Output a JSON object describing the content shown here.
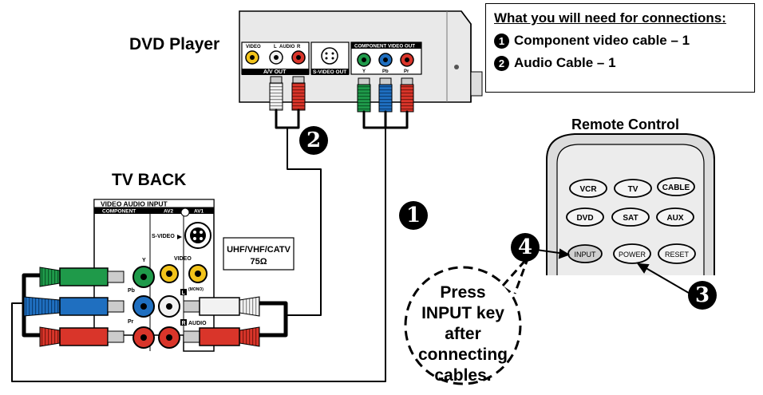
{
  "labels": {
    "dvd_player": "DVD Player",
    "tv_back": "TV BACK",
    "remote_control": "Remote Control"
  },
  "info_box": {
    "title": "What you will need for connections:",
    "items": [
      {
        "number": "1",
        "text": "Component video cable – 1"
      },
      {
        "number": "2",
        "text": "Audio Cable – 1"
      }
    ]
  },
  "dvd_panel": {
    "video": "VIDEO",
    "l": "L",
    "audio": "AUDIO",
    "r": "R",
    "av_out": "A/V OUT",
    "svideo_out": "S-VIDEO OUT",
    "component_out": "COMPONENT VIDEO OUT",
    "y": "Y",
    "pb": "Pb",
    "pr": "Pr"
  },
  "tv_panel": {
    "video_audio_input": "VIDEO AUDIO INPUT",
    "component": "COMPONENT",
    "av2": "AV2",
    "av1": "AV1",
    "svideo": "S-VIDEO",
    "video": "VIDEO",
    "y": "Y",
    "pb": "Pb",
    "pr": "Pr",
    "l": "L",
    "r": "R",
    "mono": "(MONO)",
    "audio": "AUDIO",
    "uhf_line1": "UHF/VHF/CATV",
    "uhf_line2": "75Ω"
  },
  "remote": {
    "row1": [
      "VCR",
      "TV",
      "CABLE"
    ],
    "row2": [
      "DVD",
      "SAT",
      "AUX"
    ],
    "row3": [
      "INPUT",
      "POWER",
      "RESET"
    ]
  },
  "steps": {
    "one": "1",
    "two": "2",
    "three": "3",
    "four": "4"
  },
  "callout": [
    "Press",
    "INPUT key after",
    "connecting",
    "cables."
  ],
  "colors": {
    "green": "#1f9a4a",
    "blue": "#1f6fc0",
    "red": "#d9352a",
    "yellow": "#f2c31a",
    "white": "#f2f2f2",
    "remote_body": "#dcdcdc",
    "remote_button": "#f4f4f4"
  }
}
